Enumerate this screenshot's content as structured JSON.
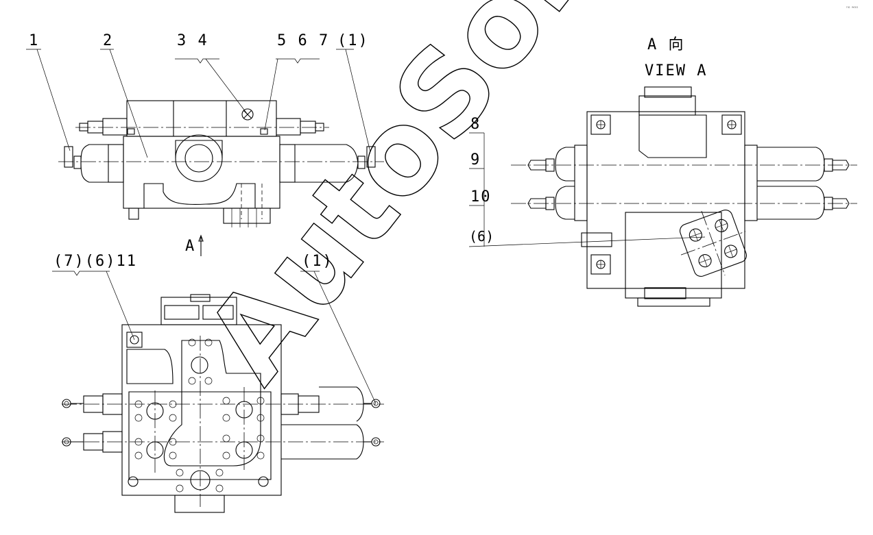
{
  "drawing": {
    "view_title_cn": "A 向",
    "view_title_en": "VIEW A",
    "view_marker": "A",
    "watermark": "AutoSoft",
    "corner_mark": "ⁿᵒ ʷᵒᵒ"
  },
  "callouts_top": {
    "c1": "1",
    "c2": "2",
    "c34": "3 4",
    "c567": "5 6 7",
    "c1p": "(1)"
  },
  "callouts_bottom": {
    "c7611": "(7)(6)11",
    "c1p": "(1)"
  },
  "callouts_right": {
    "c8": "8",
    "c9": "9",
    "c10": "10",
    "c6p": "(6)"
  }
}
